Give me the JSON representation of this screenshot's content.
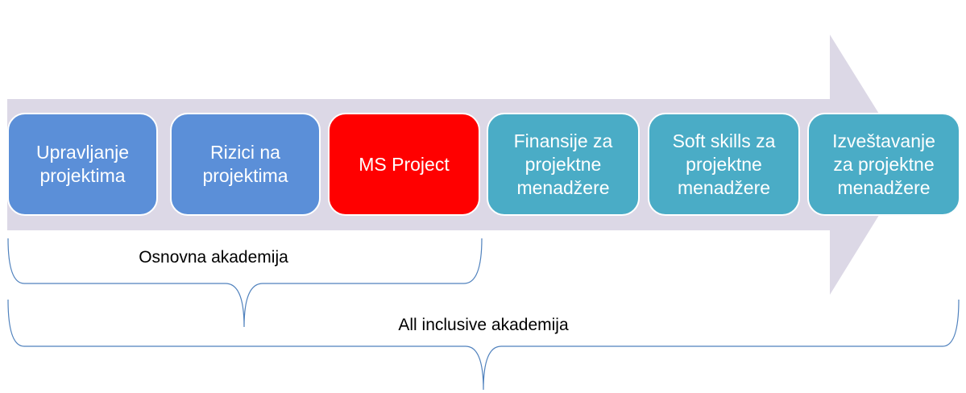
{
  "steps": [
    {
      "label": "Upravljanje\nprojektima",
      "color": "#5b8fd8"
    },
    {
      "label": "Rizici na\nprojektima",
      "color": "#5b8fd8"
    },
    {
      "label": "MS Project",
      "color": "#ff0000"
    },
    {
      "label": "Finansije za\nprojektne\nmenadžere",
      "color": "#4aacc6"
    },
    {
      "label": "Soft skills za\nprojektne\nmenadžere",
      "color": "#4aacc6"
    },
    {
      "label": "Izveštavanje\nza projektne\nmenadžere",
      "color": "#4aacc6"
    }
  ],
  "groups": {
    "basic": {
      "label": "Osnovna akademija"
    },
    "all": {
      "label": "All inclusive akademija"
    }
  },
  "colors": {
    "arrow": "#dcd8e6",
    "brace": "#4f81bd"
  }
}
